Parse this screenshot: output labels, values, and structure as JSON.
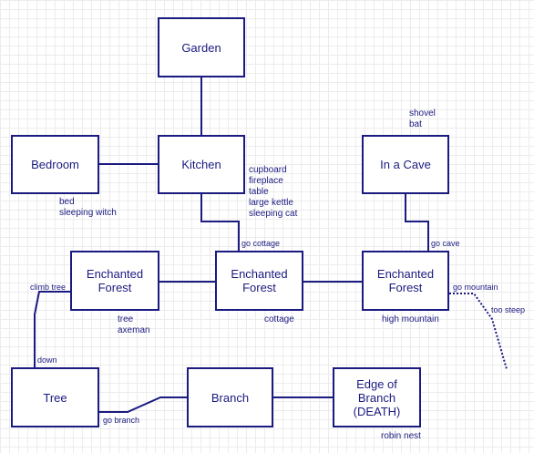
{
  "colors": {
    "line": "#1a1a80",
    "text": "#1a1a80",
    "background": "#ffffff",
    "grid": "#ececec"
  },
  "rooms": {
    "garden": "Garden",
    "bedroom": "Bedroom",
    "kitchen": "Kitchen",
    "cave": "In a Cave",
    "forest_left": "Enchanted\nForest",
    "forest_mid": "Enchanted\nForest",
    "forest_right": "Enchanted\nForest",
    "tree": "Tree",
    "branch": "Branch",
    "edge": "Edge of\nBranch\n(DEATH)"
  },
  "items": {
    "bedroom": [
      "bed",
      "sleeping witch"
    ],
    "kitchen": [
      "cupboard",
      "fireplace",
      "table",
      "large kettle",
      "sleeping cat"
    ],
    "cave": [
      "shovel",
      "bat"
    ],
    "forest_left": [
      "tree",
      "axeman"
    ],
    "forest_mid": [
      "cottage"
    ],
    "forest_right": [
      "high mountain"
    ],
    "edge": [
      "robin nest"
    ]
  },
  "exits": {
    "go_cottage": "go cottage",
    "go_cave": "go cave",
    "climb_tree": "climb tree",
    "go_mountain": "go mountain",
    "too_steep": "too steep",
    "down": "down",
    "go_branch": "go branch"
  }
}
